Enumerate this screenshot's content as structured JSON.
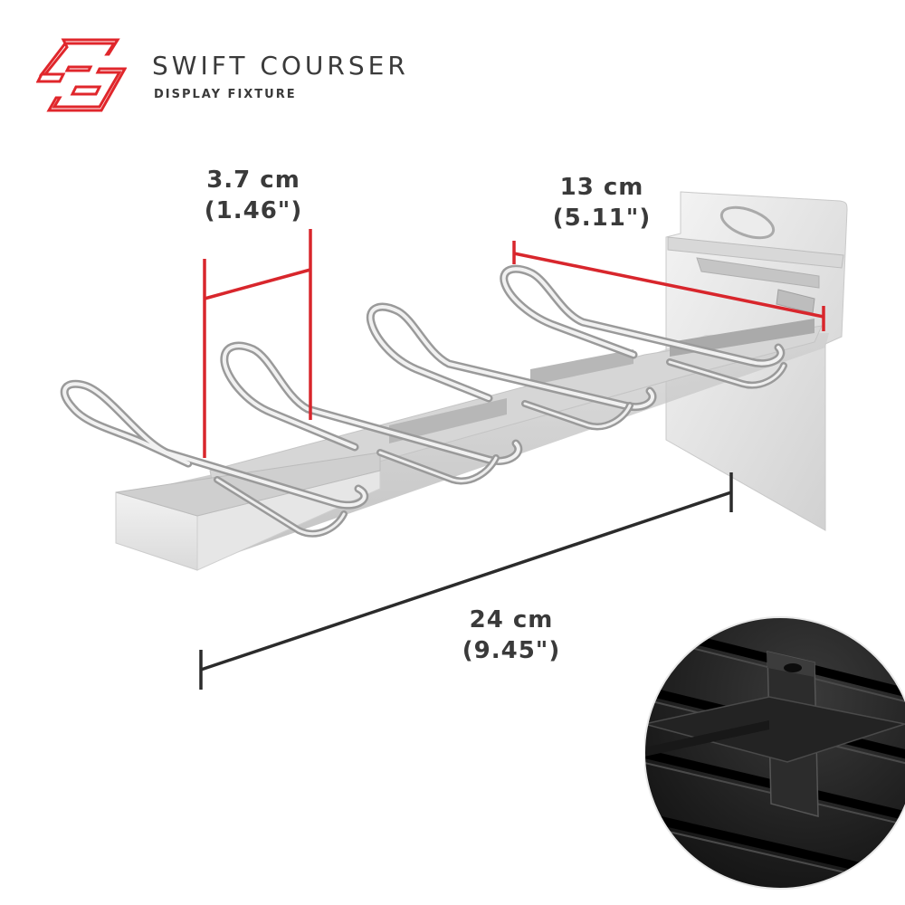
{
  "brand": {
    "name": "SWIFT COURSER",
    "tagline": "DISPLAY FIXTURE",
    "accent_color": "#e0262b",
    "logo_icon": "swift-courser-logo-icon"
  },
  "dimensions": {
    "spacing": {
      "metric": "3.7 cm",
      "imperial": "(1.46\")"
    },
    "hook_length": {
      "metric": "13 cm",
      "imperial": "(5.11\")"
    },
    "total_length": {
      "metric": "24 cm",
      "imperial": "(9.45\")"
    }
  },
  "colors": {
    "dimension_red": "#d8262c",
    "dimension_dark": "#2b2b2b",
    "text": "#3a3a3a"
  },
  "inset": {
    "icon": "slatwall-mounted-bracket-photo"
  }
}
